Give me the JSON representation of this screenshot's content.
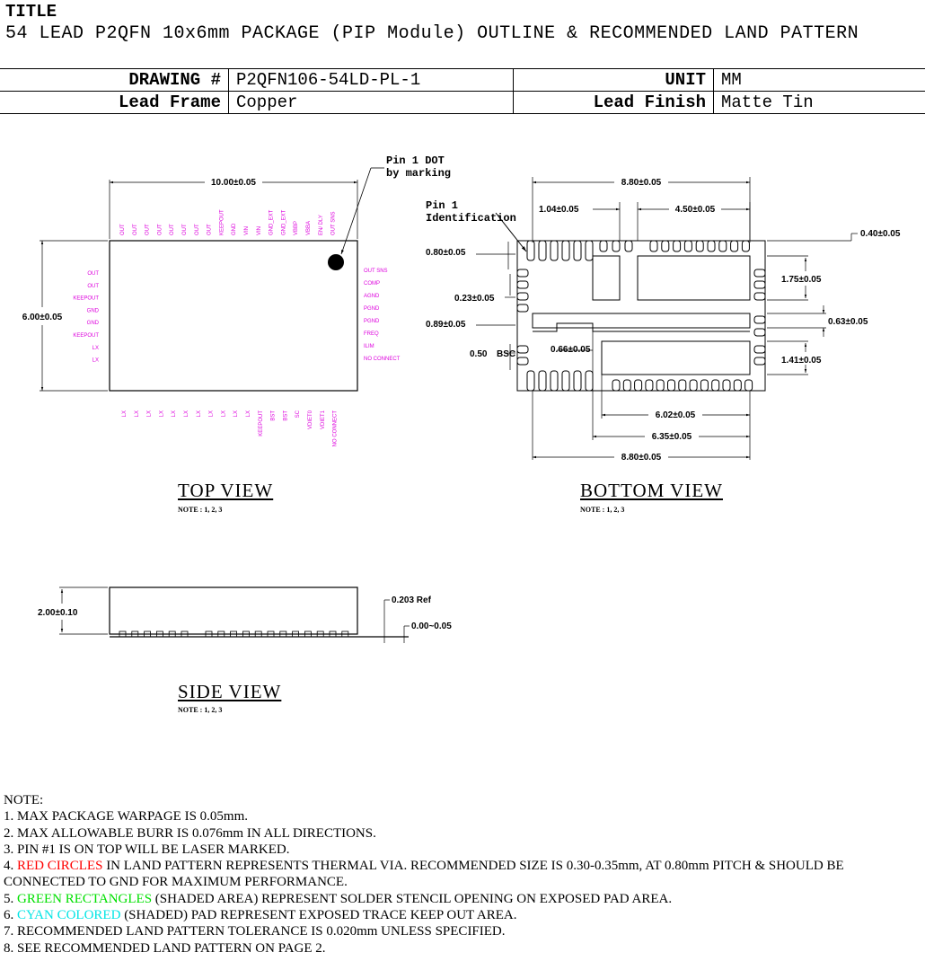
{
  "header": {
    "title_label": "TITLE",
    "title_text": "54 LEAD P2QFN 10x6mm PACKAGE (PIP Module) OUTLINE & RECOMMENDED LAND PATTERN"
  },
  "spec": {
    "drawing_label": "DRAWING #",
    "drawing_value": "P2QFN106-54LD-PL-1",
    "unit_label": "UNIT",
    "unit_value": "MM",
    "frame_label": "Lead Frame",
    "frame_value": "Copper",
    "finish_label": "Lead Finish",
    "finish_value": "Matte Tin"
  },
  "top_view": {
    "title": "TOP VIEW",
    "note": "NOTE : 1, 2, 3",
    "width_dim": "10.00±0.05",
    "height_dim": "6.00±0.05",
    "pin1_label_1": "Pin 1 DOT",
    "pin1_label_2": "by marking",
    "top_pins": [
      "OUT",
      "OUT",
      "OUT",
      "OUT",
      "OUT",
      "OUT",
      "OUT",
      "OUT",
      "KEEPOUT",
      "GND",
      "VIN",
      "VIN",
      "GND_EXT",
      "GND_EXT",
      "VBBP",
      "VBBA",
      "EN/ DLY",
      "OUT SNS"
    ],
    "left_pins": [
      "OUT",
      "OUT",
      "KEEPOUT",
      "GND",
      "GND",
      "KEEPOUT",
      "LX",
      "LX"
    ],
    "right_pins": [
      "OUT SNS",
      "COMP",
      "AGND",
      "PGND",
      "PGND",
      "FREQ",
      "ILIM",
      "NO CONNECT"
    ],
    "bottom_pins": [
      "LX",
      "LX",
      "LX",
      "LX",
      "LX",
      "LX",
      "LX",
      "LX",
      "LX",
      "LX",
      "LX",
      "KEEPOUT",
      "BST",
      "BST",
      "SC",
      "VDIET0",
      "VDIET1",
      "NO CONNECT"
    ]
  },
  "bottom_view": {
    "title": "BOTTOM VIEW",
    "note": "NOTE : 1, 2, 3",
    "pin1_label_1": "Pin 1",
    "pin1_label_2": "Identification",
    "dims": {
      "top_width": "8.80±0.05",
      "d104": "1.04±0.05",
      "d450": "4.50±0.05",
      "d040": "0.40±0.05",
      "d080": "0.80±0.05",
      "d175": "1.75±0.05",
      "d023": "0.23±0.05",
      "d089": "0.89±0.05",
      "d063": "0.63±0.05",
      "d050": "0.50",
      "d050_suffix": "BSC",
      "d066": "0.66±0.05",
      "d141": "1.41±0.05",
      "d602": "6.02±0.05",
      "d635": "6.35±0.05",
      "bottom_width": "8.80±0.05"
    }
  },
  "side_view": {
    "title": "SIDE VIEW",
    "note": "NOTE : 1, 2, 3",
    "height_dim": "2.00±0.10",
    "ref_dim": "0.203 Ref",
    "standoff_dim": "0.00~0.05"
  },
  "notes": {
    "heading": "NOTE:",
    "n1": "1. MAX PACKAGE WARPAGE IS 0.05mm.",
    "n2": "2. MAX ALLOWABLE BURR IS 0.076mm IN ALL DIRECTIONS.",
    "n3": "3. PIN #1 IS ON TOP WILL BE LASER MARKED.",
    "n4_prefix": "4. ",
    "n4_red": "RED CIRCLES",
    "n4_rest": " IN LAND PATTERN REPRESENTS THERMAL VIA. RECOMMENDED SIZE IS 0.30-0.35mm, AT 0.80mm PITCH & SHOULD BE CONNECTED TO GND FOR MAXIMUM PERFORMANCE.",
    "n5_prefix": "5. ",
    "n5_green": "GREEN RECTANGLES",
    "n5_rest": " (SHADED AREA) REPRESENT SOLDER STENCIL OPENING ON EXPOSED PAD AREA.",
    "n6_prefix": "6. ",
    "n6_cyan": "CYAN COLORED",
    "n6_rest": " (SHADED) PAD REPRESENT EXPOSED TRACE KEEP OUT AREA.",
    "n7": "7. RECOMMENDED LAND PATTERN TOLERANCE IS 0.020mm UNLESS SPECIFIED.",
    "n8": "8. SEE RECOMMENDED LAND PATTERN ON PAGE 2.",
    "colors": {
      "red": "#ff0000",
      "green": "#00e000",
      "cyan": "#00e5e5"
    }
  }
}
